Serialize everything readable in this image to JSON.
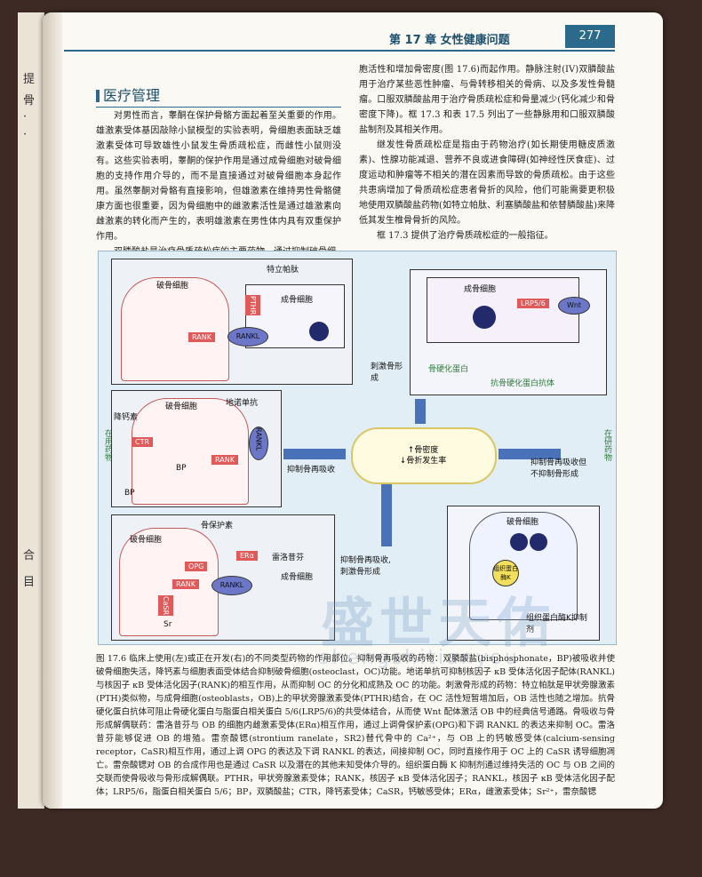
{
  "header": {
    "chapter": "第 17 章   女性健康问题",
    "page_number": "277"
  },
  "left_page_chars": [
    "提",
    "骨",
    "·",
    "·",
    "合",
    "目"
  ],
  "section_title": "医疗管理",
  "left_column": [
    "对男性而言，睾酮在保护骨骼方面起着至关重要的作用。雄激素受体基因敲除小鼠模型的实验表明，骨细胞表面缺乏雄激素受体可导致雄性小鼠发生骨质疏松症，而雌性小鼠则没有。这些实验表明，睾酮的保护作用是通过成骨细胞对破骨细胞的支持作用介导的，而不是直接通过对破骨细胞本身起作用。虽然睾酮对骨骼有直接影响，但雄激素在维持男性骨骼健康方面也很重要，因为骨细胞中的雌激素活性是通过雄激素向雌激素的转化而产生的，表明雄激素在男性体内具有双重保护作用。",
    "双膦酸盐是治疗骨质疏松症的主要药物，通过抑制破骨细"
  ],
  "right_column": [
    "胞活性和增加骨密度(图 17.6)而起作用。静脉注射(IV)双膦酸盐用于治疗某些恶性肿瘤、与骨转移相关的骨病、以及多发性骨髓瘤。口服双膦酸盐用于治疗骨质疏松症和骨量减少(钙化减少和骨密度下降)。框 17.3 和表 17.5 列出了一些静脉用和口服双膦酸盐制剂及其相关作用。",
    "继发性骨质疏松症是指由于药物治疗(如长期使用糖皮质激素)、性腺功能减退、营养不良或进食障碍(如神经性厌食症)、过度运动和肿瘤等不相关的潜在因素而导致的骨质疏松。由于这些共患病增加了骨质疏松症患者骨折的风险，他们可能需要更积极地使用双膦酸盐药物(如特立帕肽、利塞膦酸盐和依替膦酸盐)来降低其发生椎骨骨折的风险。",
    "框 17.3 提供了治疗骨质疏松症的一般指征。"
  ],
  "figure": {
    "left_side_label": "在用药物",
    "right_side_label": "在研药物",
    "panel1": {
      "osteoclast": "破骨细胞",
      "osteoblast": "成骨细胞",
      "drug": "特立帕肽",
      "receptor": "PTHR",
      "rank": "RANK",
      "rankl": "RANKL"
    },
    "panel2": {
      "osteoclast": "破骨细胞",
      "drug1": "降钙素",
      "drug2": "地诺单抗",
      "ctr": "CTR",
      "rank": "RANK",
      "rankl": "RANKL",
      "bp": "BP"
    },
    "panel3": {
      "osteoclast": "破骨细胞",
      "osteoblast": "成骨细胞",
      "drug1": "骨保护素",
      "drug2": "雷洛昔芬",
      "opg": "OPG",
      "er": "ERα",
      "rank": "RANK",
      "rankl": "RANKL",
      "casr": "CaSR",
      "sr": "Sr"
    },
    "panel4": {
      "osteoblast": "成骨细胞",
      "lrp": "LRP5/6",
      "wnt": "Wnt",
      "sclerostin": "骨硬化蛋白",
      "antibody": "抗骨硬化蛋白抗体"
    },
    "panel5": {
      "osteoclast": "破骨细胞",
      "enzyme": "组织蛋白酶K",
      "inhibitor": "组织蛋白酶K抑制剂"
    },
    "bone_text": [
      "↑骨密度",
      "↓骨折发生率"
    ],
    "arrow_labels": {
      "stimulate": "刺激骨形成",
      "inhibit": "抑制骨再吸收",
      "inhibit_stim": "抑制骨再吸收,刺激骨形成",
      "inhibit_nostim": "抑制骨再吸收但不抑制骨形成"
    },
    "watermark": "盛世天佑",
    "watermark_pinyin": "shengshitianyou"
  },
  "caption": "图 17.6  临床上使用(左)或正在开发(右)的不同类型药物的作用部位。抑制骨再吸收的药物：双膦酸盐(bisphosphonate，BP)被吸收并使破骨细胞失活，降钙素与细胞表面受体结合抑制破骨细胞(osteoclast，OC)功能。地诺单抗可抑制核因子 κB 受体活化因子配体(RANKL)与核因子 κB 受体活化因子(RANK)的相互作用，从而抑制 OC 的分化和成熟及 OC 的功能。刺激骨形成的药物：特立帕肽是甲状旁腺激素(PTH)类似物，与成骨细胞(osteoblasts，OB)上的甲状旁腺激素受体(PTHR)结合，在 OC 活性短暂增加后，OB 活性也随之增加。抗骨硬化蛋白抗体可阻止骨硬化蛋白与脂蛋白相关蛋白 5/6(LRP5/6)的共受体结合，从而使 Wnt 配体激活 OB 中的经典信号通路。骨吸收与骨形成解偶联药：雷洛昔芬与 OB 的细胞内雌激素受体(ERα)相互作用，通过上调骨保护素(OPG)和下调 RANKL 的表达来抑制 OC。雷洛昔芬能够促进 OB 的增殖。雷奈酸锶(strontium ranelate，SR2)替代骨中的 Ca²⁺，与 OB 上的钙敏感受体(calcium-sensing receptor，CaSR)相互作用，通过上调 OPG 的表达及下调 RANKL 的表达，间接抑制 OC，同时直接作用于 OC 上的 CaSR 诱导细胞凋亡。雷奈酸锶对 OB 的合成作用也是通过 CaSR 以及潜在的其他未知受体介导的。组织蛋白酶 K 抑制剂通过维持失活的 OC 与 OB 之间的交联而使骨吸收与骨形成解偶联。PTHR，甲状旁腺激素受体；RANK，核因子 κB 受体活化因子；RANKL，核因子 κB 受体活化因子配体；LRP5/6，脂蛋白相关蛋白 5/6；BP，双膦酸盐；CTR，降钙素受体；CaSR，钙敏感受体；ERα，雌激素受体；Sr²⁺，雷奈酸锶"
}
